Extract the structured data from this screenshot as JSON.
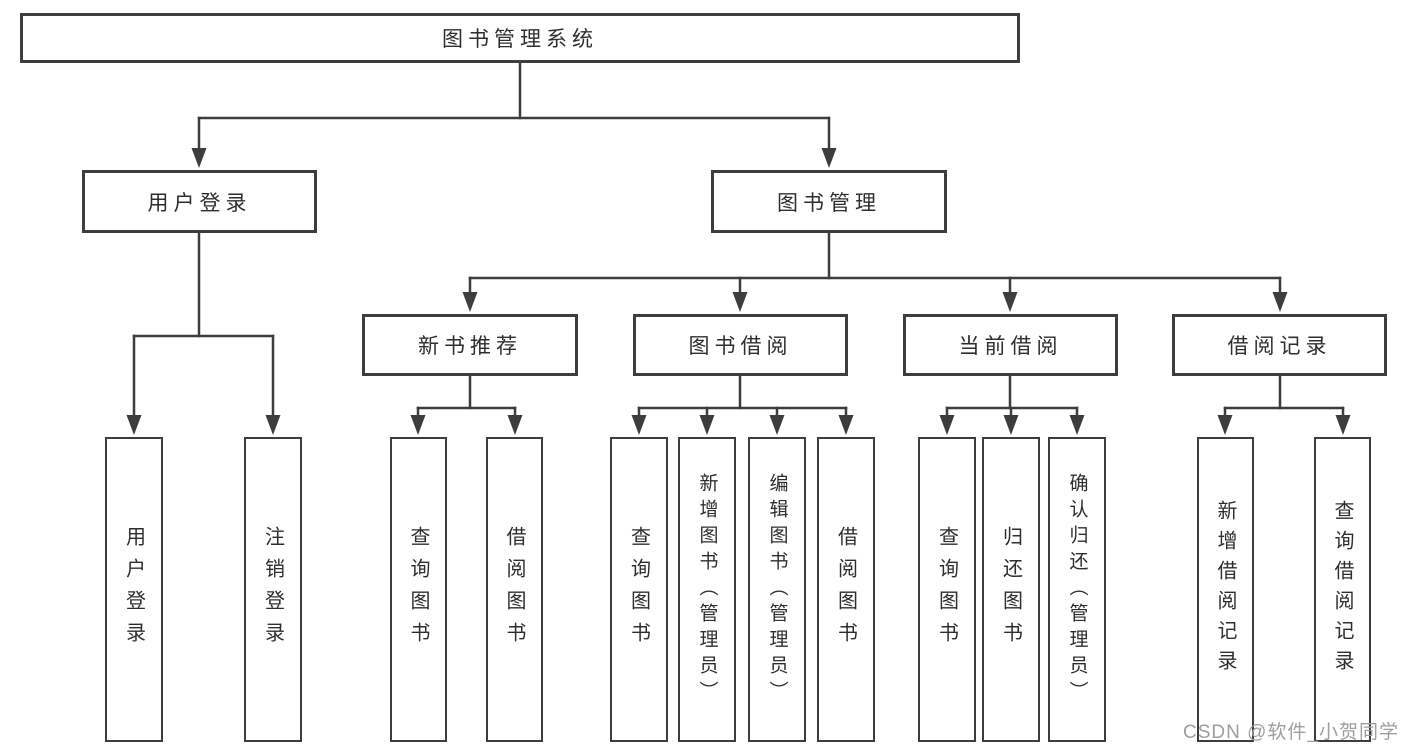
{
  "diagram": {
    "root": {
      "label": "图书管理系统"
    },
    "level2": [
      {
        "id": "login",
        "label": "用户登录"
      },
      {
        "id": "management",
        "label": "图书管理"
      }
    ],
    "level3": [
      {
        "id": "new-books",
        "label": "新书推荐"
      },
      {
        "id": "book-borrow",
        "label": "图书借阅"
      },
      {
        "id": "current-borrow",
        "label": "当前借阅"
      },
      {
        "id": "borrow-records",
        "label": "借阅记录"
      }
    ],
    "leaves": {
      "login": [
        "用户登录",
        "注销登录"
      ],
      "new_books": [
        "查询图书",
        "借阅图书"
      ],
      "book_borrow": [
        "查询图书",
        "新增图书（管理员）",
        "编辑图书（管理员）",
        "借阅图书"
      ],
      "current_borrow": [
        "查询图书",
        "归还图书",
        "确认归还（管理员）"
      ],
      "borrow_records": [
        "新增借阅记录",
        "查询借阅记录"
      ]
    }
  },
  "watermark": "CSDN @软件_小贺同学",
  "colors": {
    "line": "#3d3d3d",
    "text": "#2e2e2e",
    "background": "#ffffff",
    "watermark": "#9e9e9e"
  }
}
